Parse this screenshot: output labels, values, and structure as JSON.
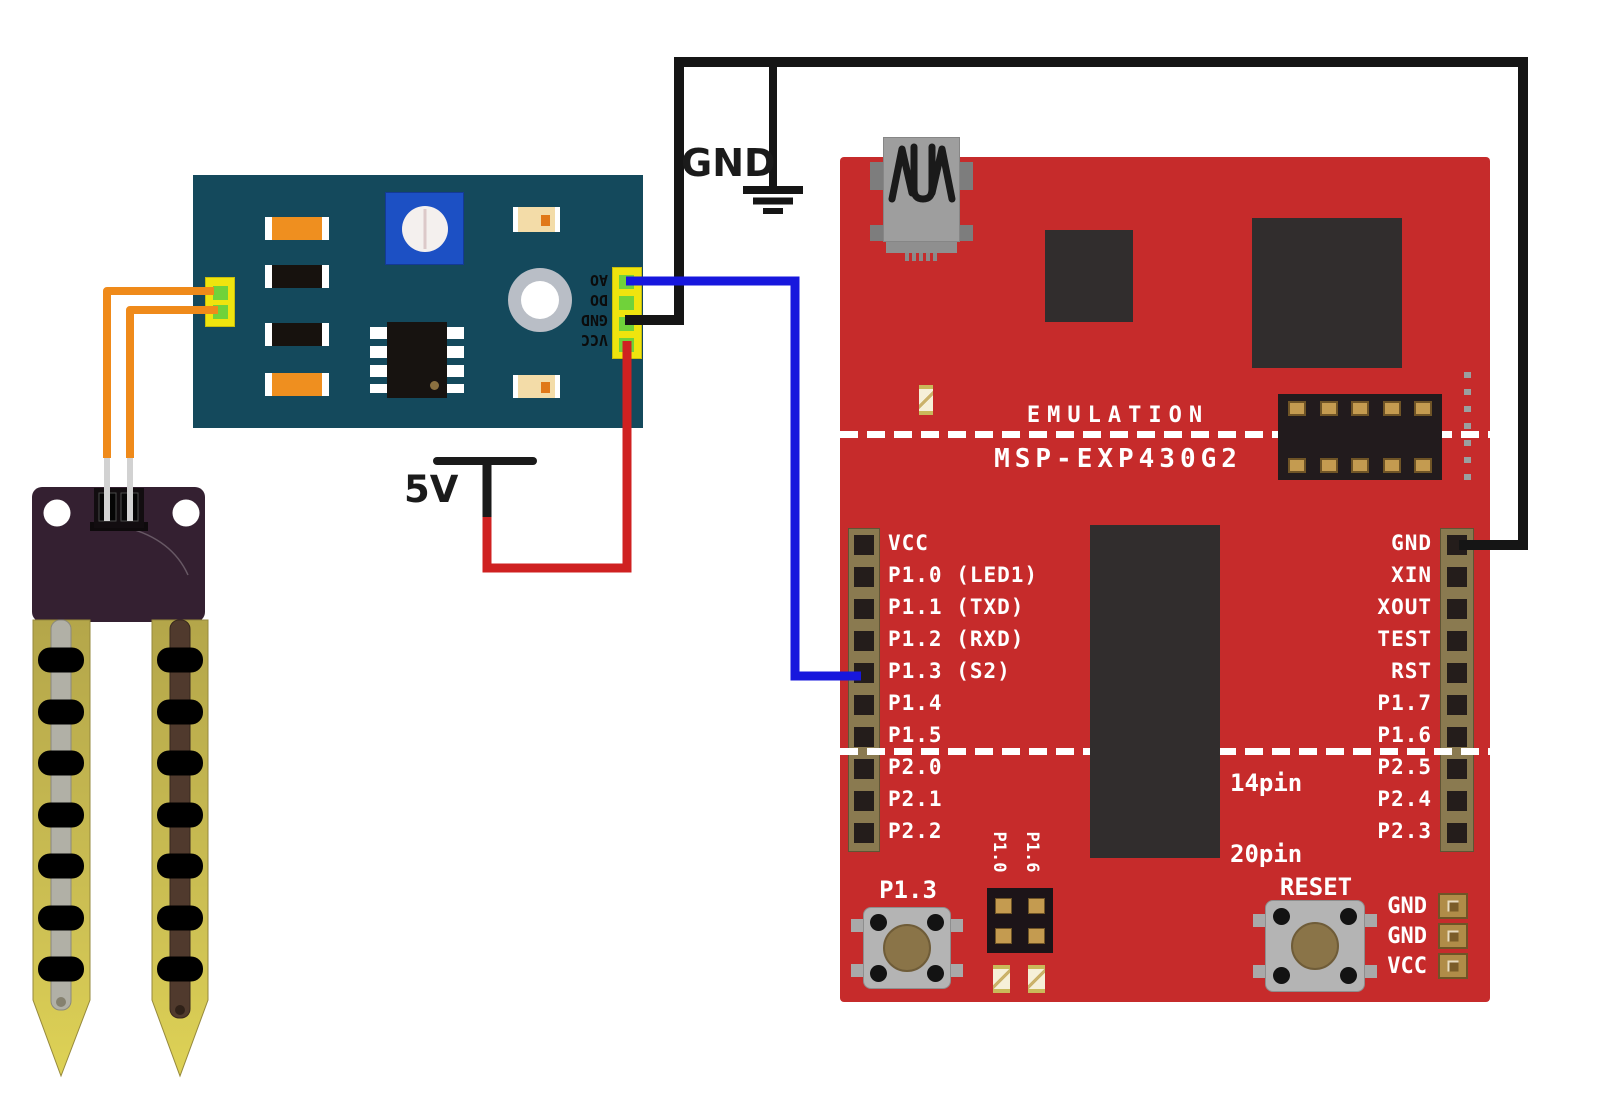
{
  "annotations": {
    "gnd_label": "GND",
    "supply_label": "5V"
  },
  "sensor_module": {
    "pins": [
      "AO",
      "DO",
      "GND",
      "VCC"
    ]
  },
  "launchpad": {
    "silkscreen": {
      "emulation": "EMULATION",
      "board_name": "MSP-EXP430G2",
      "pin14": "14pin",
      "pin20": "20pin",
      "button_left": "P1.3",
      "button_right": "RESET",
      "jumper_left": "P1.0",
      "jumper_right": "P1.6"
    },
    "left_pins": [
      "VCC",
      "P1.0 (LED1)",
      "P1.1 (TXD)",
      "P1.2 (RXD)",
      "P1.3 (S2)",
      "P1.4",
      "P1.5",
      "P2.0",
      "P2.1",
      "P2.2"
    ],
    "right_pins": [
      "GND",
      "XIN",
      "XOUT",
      "TEST",
      "RST",
      "P1.7",
      "P1.6",
      "P2.5",
      "P2.4",
      "P2.3"
    ],
    "corner_pins": [
      "GND",
      "GND",
      "VCC"
    ]
  },
  "colors": {
    "board_red": "#c62b2b",
    "module_teal": "#14495c",
    "header_yellow": "#efe40e",
    "pin_green": "#70d23a",
    "wire_black": "#151515",
    "wire_blue": "#1717dd",
    "wire_red": "#cf2121",
    "wire_orange": "#ef8a1a",
    "silkscreen_white": "#ffffff"
  }
}
